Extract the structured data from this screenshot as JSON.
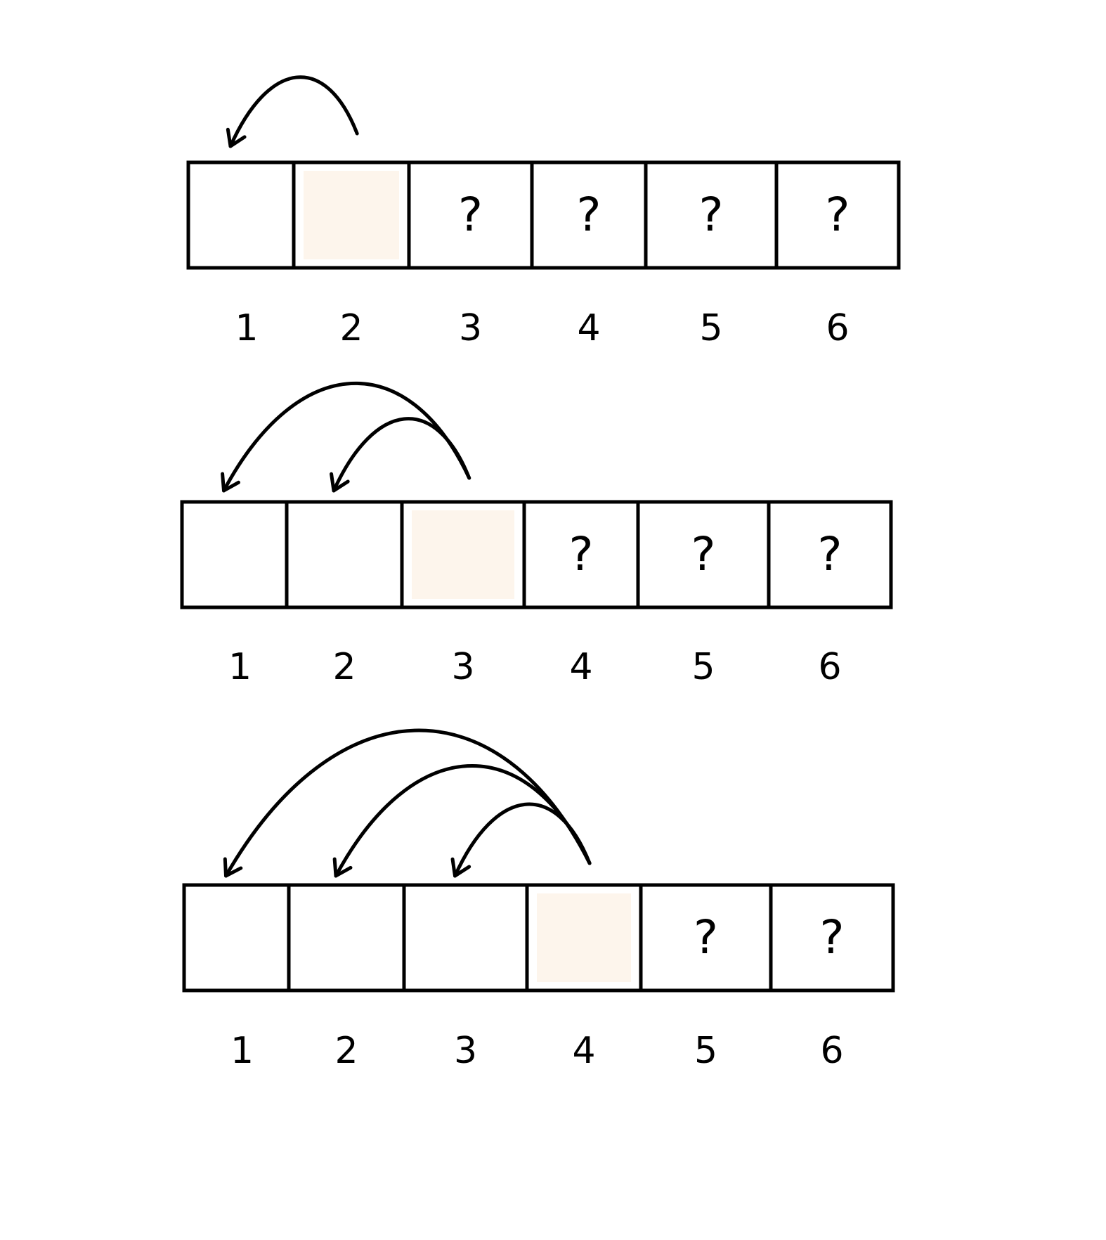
{
  "colors": {
    "stroke": "#000000",
    "highlight": "#fdf5ec",
    "background": "#ffffff"
  },
  "diagram": {
    "rows": [
      {
        "cells": [
          {
            "label": "1",
            "mark": "",
            "highlight": false
          },
          {
            "label": "2",
            "mark": "",
            "highlight": true
          },
          {
            "label": "3",
            "mark": "?",
            "highlight": false
          },
          {
            "label": "4",
            "mark": "?",
            "highlight": false
          },
          {
            "label": "5",
            "mark": "?",
            "highlight": false
          },
          {
            "label": "6",
            "mark": "?",
            "highlight": false
          }
        ],
        "arrows": [
          {
            "from": 2,
            "to": 1
          }
        ]
      },
      {
        "cells": [
          {
            "label": "1",
            "mark": "",
            "highlight": false
          },
          {
            "label": "2",
            "mark": "",
            "highlight": false
          },
          {
            "label": "3",
            "mark": "",
            "highlight": true
          },
          {
            "label": "4",
            "mark": "?",
            "highlight": false
          },
          {
            "label": "5",
            "mark": "?",
            "highlight": false
          },
          {
            "label": "6",
            "mark": "?",
            "highlight": false
          }
        ],
        "arrows": [
          {
            "from": 3,
            "to": 1
          },
          {
            "from": 3,
            "to": 2
          }
        ]
      },
      {
        "cells": [
          {
            "label": "1",
            "mark": "",
            "highlight": false
          },
          {
            "label": "2",
            "mark": "",
            "highlight": false
          },
          {
            "label": "3",
            "mark": "",
            "highlight": false
          },
          {
            "label": "4",
            "mark": "",
            "highlight": true
          },
          {
            "label": "5",
            "mark": "?",
            "highlight": false
          },
          {
            "label": "6",
            "mark": "?",
            "highlight": false
          }
        ],
        "arrows": [
          {
            "from": 4,
            "to": 1
          },
          {
            "from": 4,
            "to": 2
          },
          {
            "from": 4,
            "to": 3
          }
        ]
      }
    ]
  }
}
